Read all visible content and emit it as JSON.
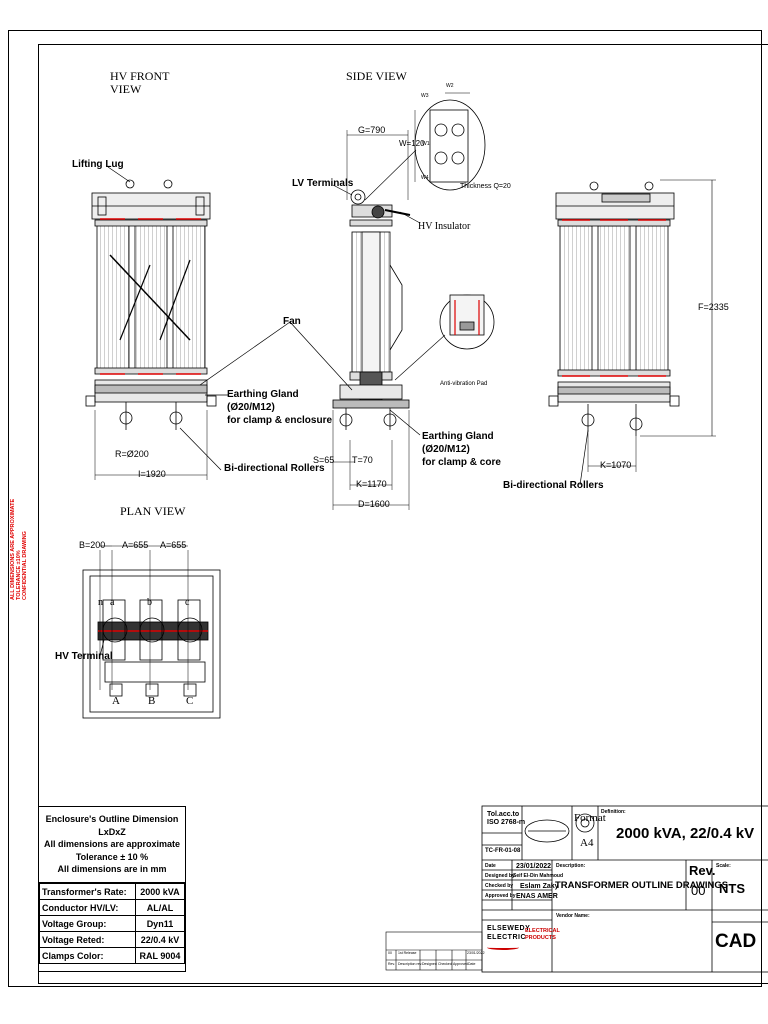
{
  "views": {
    "hv_front": "HV FRONT\nVIEW",
    "side": "SIDE VIEW",
    "plan": "PLAN VIEW"
  },
  "labels": {
    "lifting_lug": "Lifting Lug",
    "lv_terminals": "LV Terminals",
    "hv_insulator": "HV Insulator",
    "fan": "Fan",
    "earthing_gland_enclosure": "Earthing Gland\n(Ø20/M12)\nfor clamp & enclosure",
    "earthing_gland_core": "Earthing Gland\n(Ø20/M12)\nfor clamp & core",
    "bi_rollers_front": "Bi-directional Rollers",
    "bi_rollers_right": "Bi-directional Rollers",
    "anti_vibration_pad": "Anti-vibration Pad",
    "hv_terminal": "HV Terminal",
    "thickness": "Thickness Q=20"
  },
  "dimensions": {
    "G": "G=790",
    "W": "W=120",
    "W1": "W1",
    "W2": "W2",
    "W3": "W3",
    "W4": "W4",
    "R": "R=Ø200",
    "I": "I=1920",
    "S": "S=65",
    "T": "T=70",
    "K_side": "K=1170",
    "D": "D=1600",
    "K_right": "K=1070",
    "F": "F=2335",
    "B": "B=200",
    "A1": "A=655",
    "A2": "A=655"
  },
  "plan_letters": {
    "top": [
      "n",
      "a",
      "b",
      "c"
    ],
    "bottom": [
      "A",
      "B",
      "C"
    ]
  },
  "side_note": "ALL DIMENSIONS ARE APPROXIMATE\nTOLERANCE ±10%\nCONFIDENTIAL DRAWING",
  "info_box": {
    "header": [
      "Enclosure's Outline Dimension LxDxZ",
      "All dimensions are approximate",
      "Tolerance ± 10 %",
      "All dimensions are in mm"
    ],
    "rows": [
      {
        "label": "Transformer's Rate:",
        "value": "2000 kVA"
      },
      {
        "label": "Conductor HV/LV:",
        "value": "AL/AL"
      },
      {
        "label": "Voltage Group:",
        "value": "Dyn11"
      },
      {
        "label": "Voltage Reted:",
        "value": "22/0.4 kV"
      },
      {
        "label": "Clamps Color:",
        "value": "RAL 9004"
      }
    ]
  },
  "title_block": {
    "tol_acc": "Tol.acc.to\nISO 2768-m",
    "form_no": "TC-FR-01-08",
    "format_label": "Format",
    "format_value": "A4",
    "definition_label": "Definition:",
    "definition_value": "2000 kVA, 22/0.4 kV",
    "date_label": "Date",
    "date_value": "23/01/2022",
    "designed_label": "Designed by",
    "designed_value": "Seif El-Din Mahmoud",
    "checked_label": "Checked by",
    "checked_value": "Eslam Zaky",
    "approved_label": "Approved by",
    "approved_value": "ENAS AMER",
    "description_label": "Description:",
    "description_value": "TRANSFORMER OUTLINE DRAWINGS",
    "rev_label": "Rev.",
    "rev_value": "00",
    "scale_label": "Scale:",
    "scale_value": "NTS",
    "vendor_label": "Vendor Name:",
    "cad": "CAD",
    "company_line1": "ELSEWEDY",
    "company_line2": "ELECTRIC",
    "company_products": "ELECTRICAL\nPRODUCTS"
  },
  "rev_table": {
    "row1": [
      "00",
      "1st Release",
      "",
      "",
      "",
      "23/01/2022"
    ],
    "row2": [
      "Rev.",
      "Description rev.",
      "Designed",
      "Checked",
      "Approved",
      "Date"
    ]
  }
}
